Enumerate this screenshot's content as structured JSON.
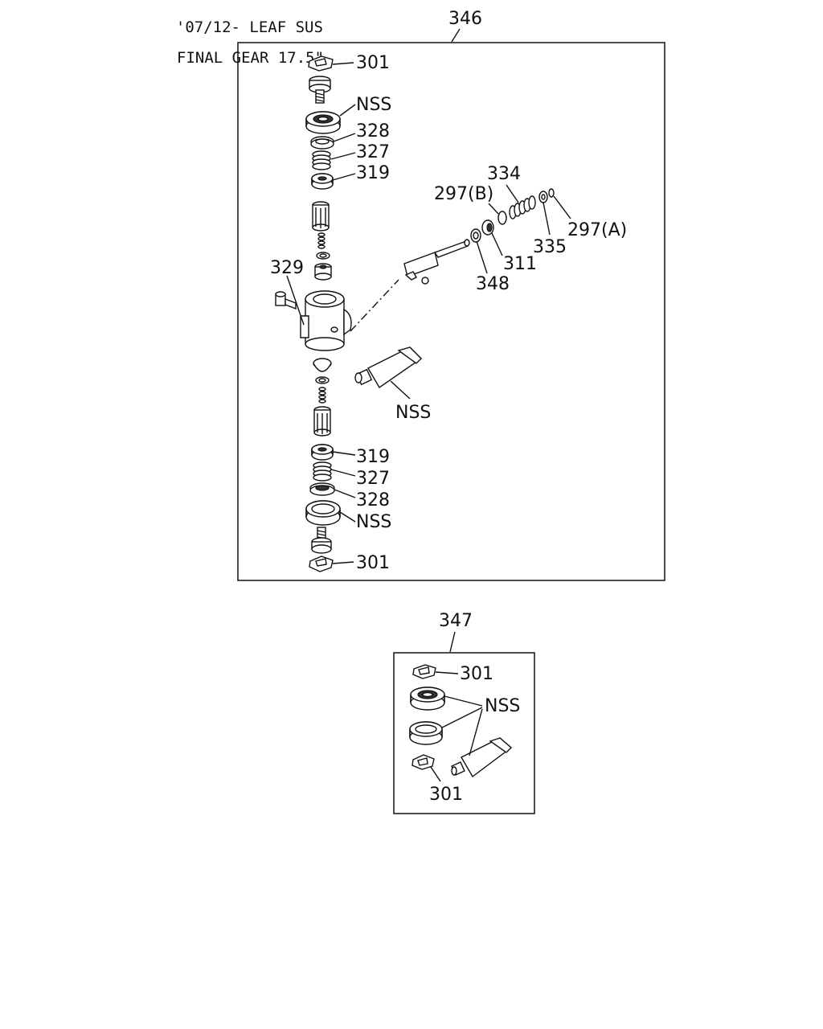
{
  "header": {
    "line1": "'07/12- LEAF SUS",
    "line2": "FINAL GEAR 17.5\""
  },
  "assembly_346": {
    "id": "346",
    "callouts": {
      "top_301": "301",
      "top_nss": "NSS",
      "top_328": "328",
      "top_327": "327",
      "top_319": "319",
      "c334": "334",
      "c297b": "297(B)",
      "c297a": "297(A)",
      "c335": "335",
      "c311": "311",
      "c348": "348",
      "c329": "329",
      "mid_nss": "NSS",
      "bot_319": "319",
      "bot_327": "327",
      "bot_328": "328",
      "bot_nss": "NSS",
      "bot_301": "301"
    }
  },
  "assembly_347": {
    "id": "347",
    "callouts": {
      "top_301": "301",
      "nss": "NSS",
      "bot_301": "301"
    }
  }
}
